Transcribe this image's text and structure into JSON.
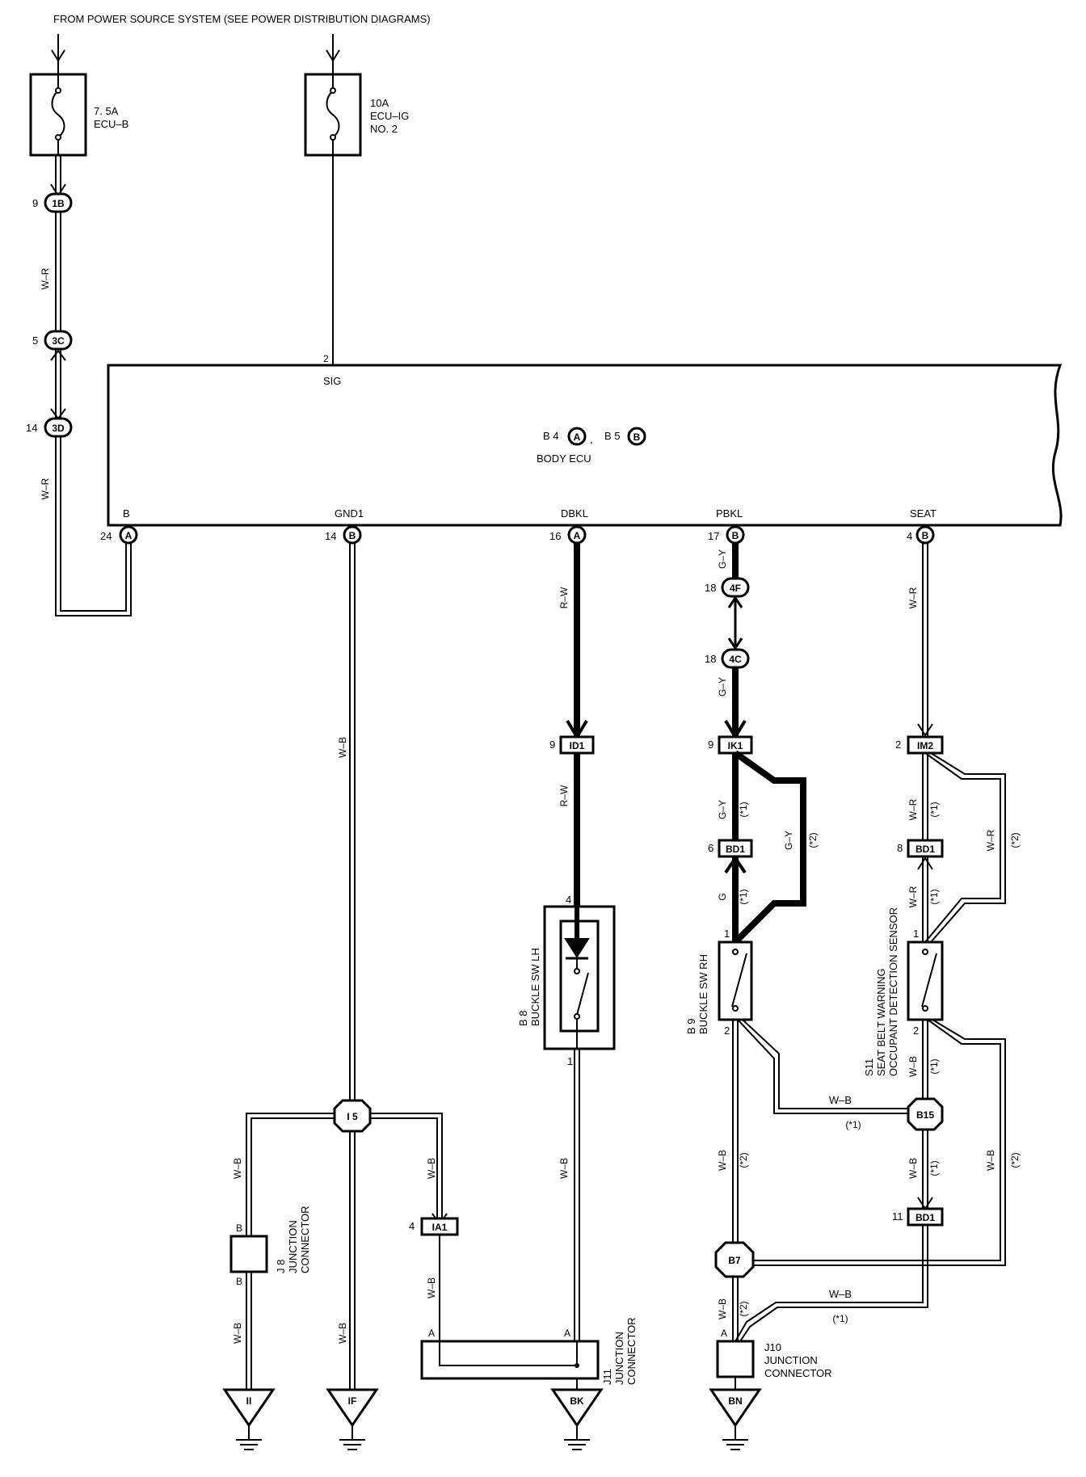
{
  "header": "FROM POWER SOURCE SYSTEM (SEE POWER DISTRIBUTION DIAGRAMS)",
  "fuses": {
    "ecu_b": {
      "amp": "7. 5A",
      "name": "ECU–B"
    },
    "ecu_ig": {
      "amp": "10A",
      "name": "ECU–IG",
      "name2": "NO. 2"
    }
  },
  "ecu": {
    "name": "BODY ECU",
    "conn_a_label": "B 4",
    "conn_a": "A",
    "conn_b_label": "B 5",
    "conn_b": "B",
    "sep": ",",
    "sig_label": "SIG",
    "sig_pin": "2",
    "terminals": [
      {
        "name": "B",
        "pin": "24",
        "conn": "A"
      },
      {
        "name": "GND1",
        "pin": "14",
        "conn": "B"
      },
      {
        "name": "DBKL",
        "pin": "16",
        "conn": "A"
      },
      {
        "name": "PBKL",
        "pin": "17",
        "conn": "B"
      },
      {
        "name": "SEAT",
        "pin": "4",
        "conn": "B"
      }
    ]
  },
  "connectors": {
    "c1B": {
      "pin": "9",
      "id": "1B"
    },
    "c3C": {
      "pin": "5",
      "id": "3C"
    },
    "c3D": {
      "pin": "14",
      "id": "3D"
    },
    "c4F": {
      "pin": "18",
      "id": "4F"
    },
    "c4C": {
      "pin": "18",
      "id": "4C"
    },
    "cID1": {
      "pin": "9",
      "id": "ID1"
    },
    "cIK1": {
      "pin": "9",
      "id": "IK1"
    },
    "cIM2": {
      "pin": "2",
      "id": "IM2"
    },
    "cBD1a": {
      "pin": "6",
      "id": "BD1"
    },
    "cBD1b": {
      "pin": "8",
      "id": "BD1"
    },
    "cBD1c": {
      "pin": "11",
      "id": "BD1"
    },
    "cIA1": {
      "pin": "4",
      "id": "IA1"
    }
  },
  "wires": {
    "wr1": "W–R",
    "wr2": "W–R",
    "wb_gnd": "W–B",
    "rw1": "R–W",
    "rw2": "R–W",
    "gy1": "G–Y",
    "gy2": "G–Y",
    "gy3": "G–Y",
    "gy4": "G–Y",
    "g": "G",
    "wr3": "W–R",
    "wr4": "W–R",
    "wr5": "W–R",
    "wr6": "W–R",
    "wb1": "W–B",
    "wb2": "W–B",
    "wb3": "W–B",
    "wb4": "W–B",
    "wb5": "W–B",
    "wb6": "W–B",
    "wb7": "W–B",
    "wb8": "W–B",
    "wb9": "W–B",
    "wb10": "W–B",
    "wb11": "W–B",
    "wb12": "W–B",
    "wb13": "W–B",
    "wb14": "W–B"
  },
  "notes": {
    "n1": "(*1)",
    "n2": "(*2)",
    "n3": "(*1)",
    "n4": "(*1)",
    "n5": "(*2)",
    "n6": "(*1)",
    "n7": "(*1)",
    "n8": "(*1)",
    "n9": "(*2)",
    "n10": "(*1)",
    "n11": "(*2)",
    "n12": "(*2)",
    "n13": "(*1)"
  },
  "splices": {
    "i5": "I 5",
    "b15": "B15",
    "b7": "B7"
  },
  "components": {
    "b8": {
      "code": "B 8",
      "name": "BUCKLE SW LH",
      "pin_top": "4",
      "pin_bot": "1"
    },
    "b9": {
      "code": "B 9",
      "name": "BUCKLE SW RH",
      "pin_top": "1",
      "pin_bot": "2"
    },
    "s11": {
      "code": "S11",
      "name1": "SEAT BELT WARNING",
      "name2": "OCCUPANT DETECTION SENSOR",
      "pin_top": "1",
      "pin_bot": "2"
    },
    "j8": {
      "code": "J 8",
      "name1": "JUNCTION",
      "name2": "CONNECTOR",
      "pin_top": "B",
      "pin_bot": "B"
    },
    "j11": {
      "code": "J11",
      "name1": "JUNCTION",
      "name2": "CONNECTOR",
      "pin_a1": "A",
      "pin_a2": "A"
    },
    "j10": {
      "code": "J10",
      "name1": "JUNCTION",
      "name2": "CONNECTOR",
      "pin": "A"
    }
  },
  "grounds": {
    "ii": "II",
    "if": "IF",
    "bk": "BK",
    "bn": "BN"
  }
}
